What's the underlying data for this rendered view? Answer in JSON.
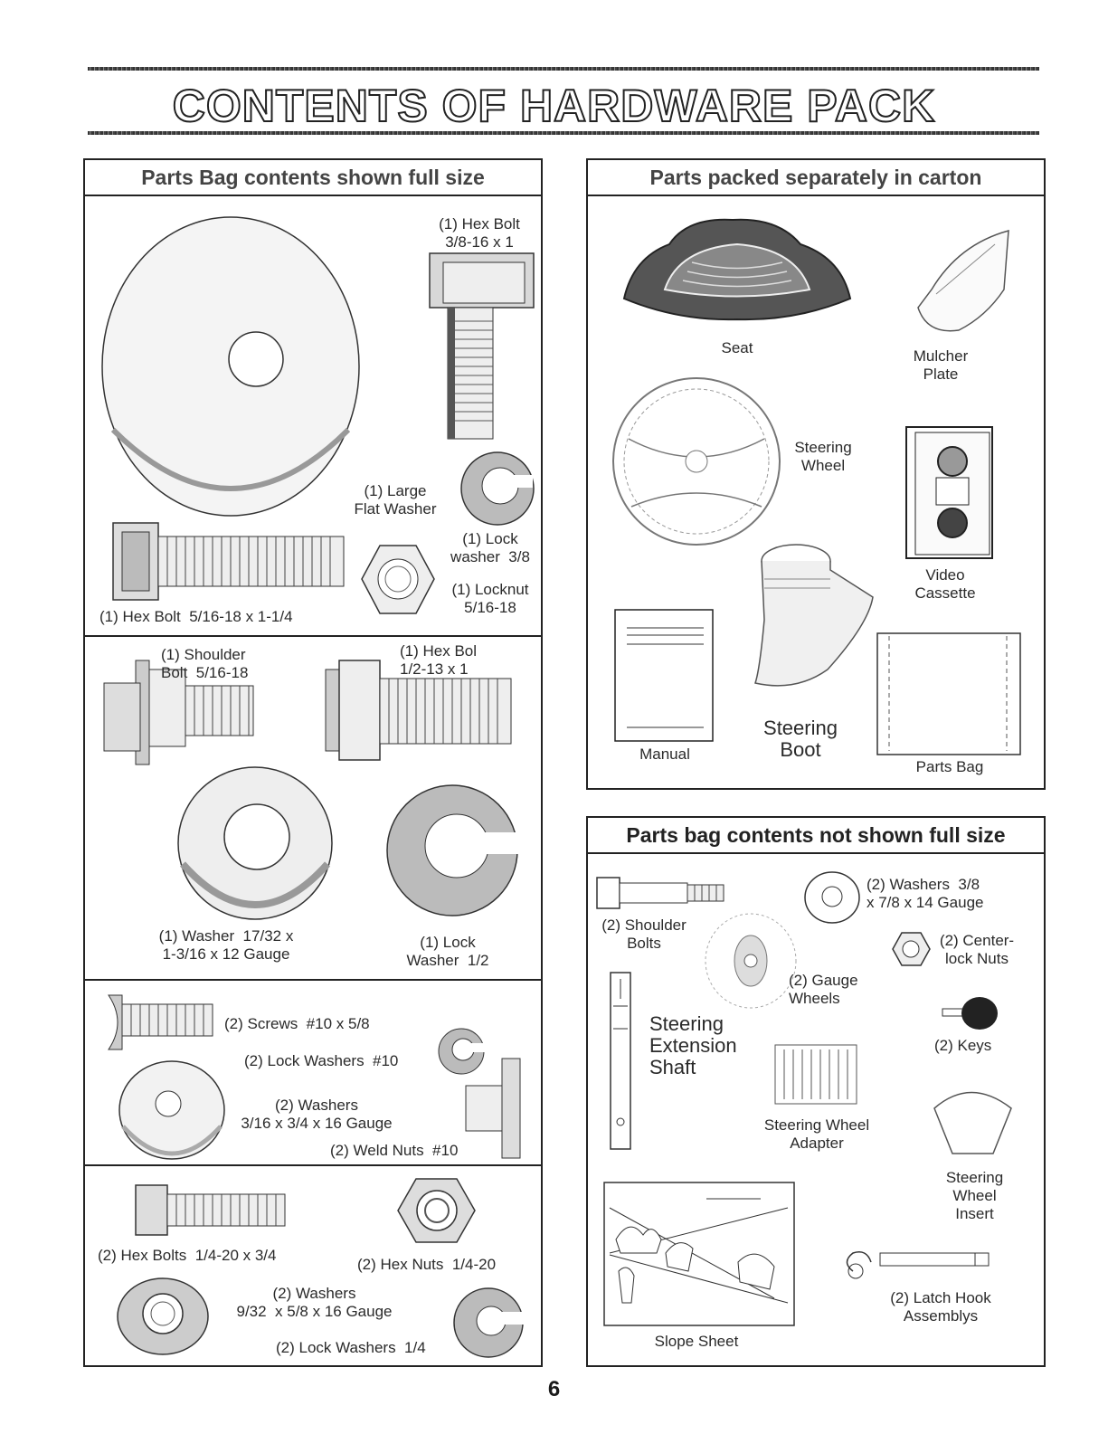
{
  "page": {
    "title": "CONTENTS OF HARDWARE PACK",
    "page_number": "6"
  },
  "left_panel": {
    "header": "Parts Bag contents shown full size",
    "items": {
      "hex_bolt_38": "(1) Hex Bolt\n3/8-16 x 1",
      "large_flat_washer": "(1) Large\nFlat Washer",
      "lock_washer_38": "(1) Lock\nwasher  3/8",
      "locknut": "(1) Locknut\n5/16-18",
      "hex_bolt_516": "(1) Hex Bolt  5/16-18 x 1-1/4",
      "shoulder_bolt": "(1) Shoulder\nBolt  5/16-18",
      "hex_bolt_12": "(1) Hex Bol\n1/2-13 x 1",
      "washer_1732": "(1) Washer  17/32 x\n1-3/16 x 12 Gauge",
      "lock_washer_12": "(1) Lock\nWasher  1/2",
      "screws_10": "(2) Screws  #10 x 5/8",
      "lock_washers_10": "(2) Lock Washers  #10",
      "washers_316": "(2) Washers\n3/16 x 3/4 x 16 Gauge",
      "weld_nuts": "(2) Weld Nuts  #10",
      "hex_bolts_14": "(2) Hex Bolts  1/4-20 x 3/4",
      "hex_nuts_14": "(2) Hex Nuts  1/4-20",
      "washers_932": "(2) Washers\n9/32  x 5/8 x 16 Gauge",
      "lock_washers_14": "(2) Lock Washers  1/4"
    }
  },
  "right_top_panel": {
    "header": "Parts packed separately in carton",
    "items": {
      "seat": "Seat",
      "mulcher_plate": "Mulcher\nPlate",
      "steering_wheel": "Steering\nWheel",
      "video_cassette": "Video\nCassette",
      "manual": "Manual",
      "steering_boot": "Steering\nBoot",
      "parts_bag": "Parts Bag"
    }
  },
  "right_bottom_panel": {
    "header": "Parts bag contents not shown full size",
    "items": {
      "shoulder_bolts": "(2) Shoulder\nBolts",
      "washers_38": "(2) Washers  3/8\nx 7/8 x 14 Gauge",
      "centerlock_nuts": "(2) Center-\nlock Nuts",
      "gauge_wheels": "(2) Gauge\nWheels",
      "steering_shaft": "Steering\nExtension\nShaft",
      "keys": "(2) Keys",
      "wheel_adapter": "Steering Wheel\nAdapter",
      "wheel_insert": "Steering\nWheel\nInsert",
      "slope_sheet": "Slope Sheet",
      "latch_hook": "(2) Latch Hook\nAssemblys"
    }
  }
}
